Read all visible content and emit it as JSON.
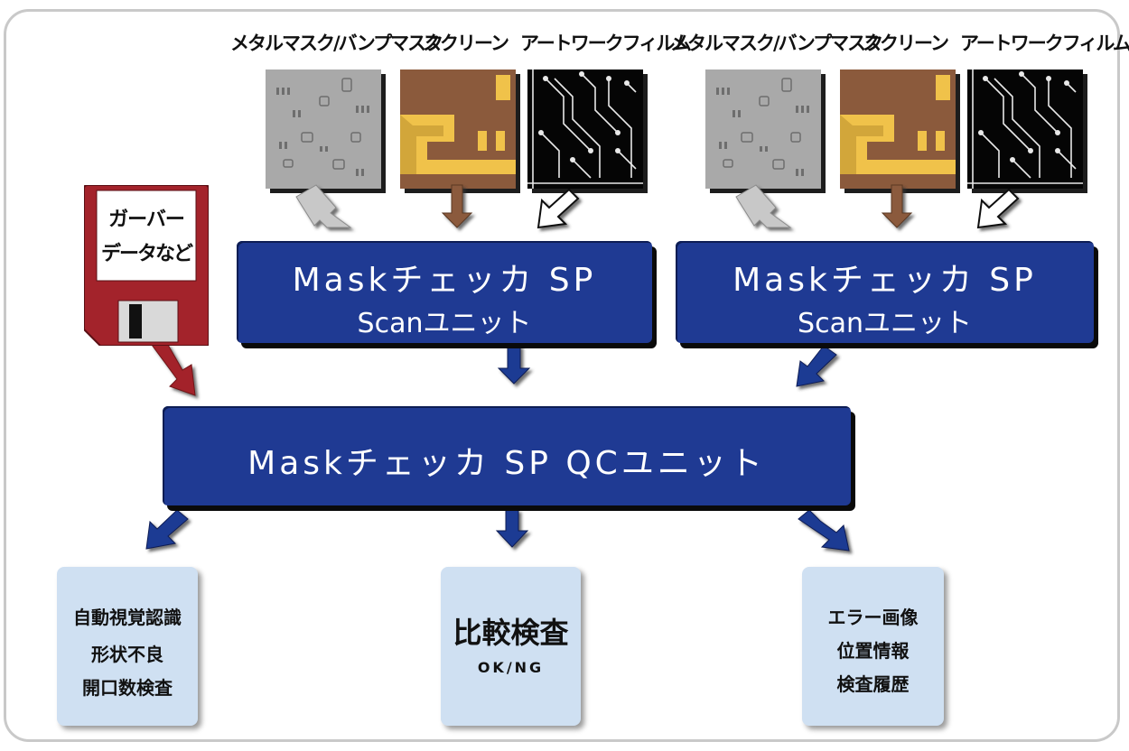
{
  "inputs": {
    "group_left": {
      "mask_label": "メタルマスク/バンプマスク",
      "screen_label": "スクリーン",
      "film_label": "アートワークフィルム"
    },
    "group_right": {
      "mask_label": "メタルマスク/バンプマスク",
      "screen_label": "スクリーン",
      "film_label": "アートワークフィルム"
    }
  },
  "floppy": {
    "line1": "ガーバー",
    "line2": "データなど"
  },
  "scan_units": [
    {
      "title": "Maskチェッカ SP",
      "subtitle": "Scanユニット"
    },
    {
      "title": "Maskチェッカ SP",
      "subtitle": "Scanユニット"
    }
  ],
  "qc_unit": {
    "title": "Maskチェッカ SP QCユニット"
  },
  "outputs": {
    "left": {
      "line1": "自動視覚認識",
      "line2": "形状不良",
      "line3": "開口数検査"
    },
    "center": {
      "title": "比較検査",
      "sub": "OK/NG"
    },
    "right": {
      "line1": "エラー画像",
      "line2": "位置情報",
      "line3": "検査履歴"
    }
  },
  "colors": {
    "blue_box": "#1f3a93",
    "output_box": "#cfe0f2",
    "floppy_red": "#a3232b",
    "screen_brown": "#8b5a3c",
    "screen_yellow": "#f0c24a"
  }
}
